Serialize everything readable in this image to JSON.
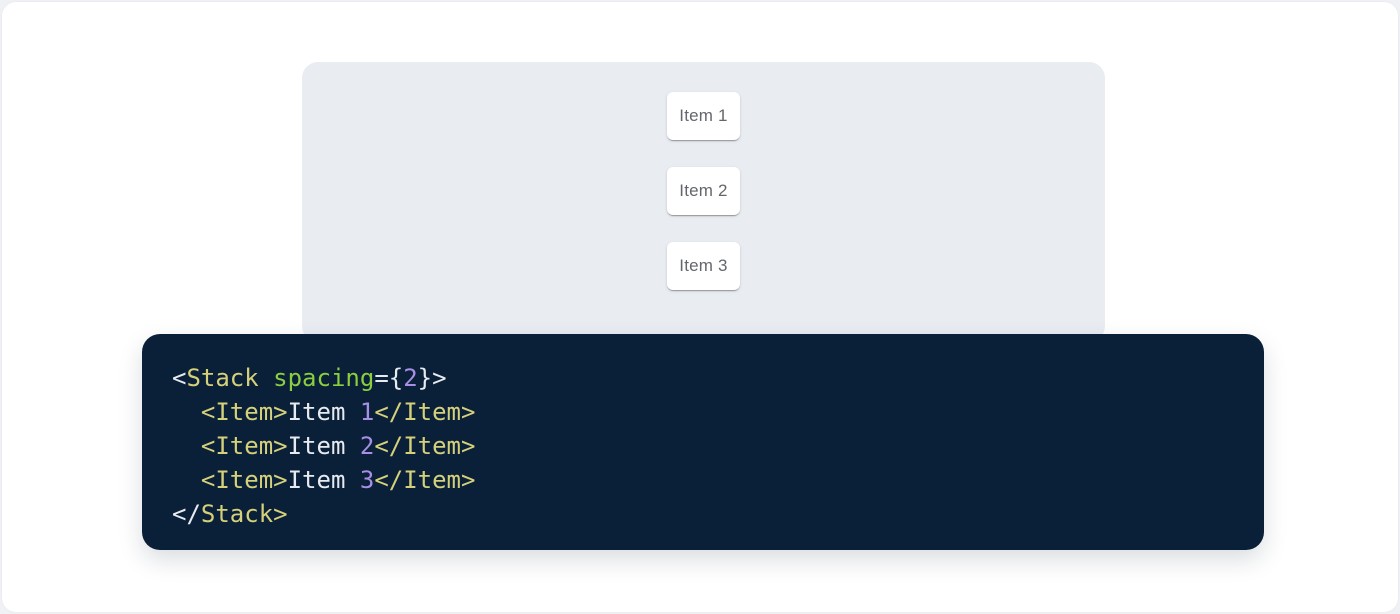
{
  "page": {
    "background": "#eff1f4",
    "card_background": "#ffffff"
  },
  "demo": {
    "panel_background": "#e9edf2",
    "item_text_color": "#63676c",
    "items": [
      {
        "label": "Item 1"
      },
      {
        "label": "Item 2"
      },
      {
        "label": "Item 3"
      }
    ]
  },
  "code": {
    "background": "#0a1f38",
    "colors": {
      "tag": "#d5d07a",
      "attr": "#8bce3f",
      "num": "#a78fe6",
      "text": "#e7ebf0"
    },
    "source_text": "<Stack spacing={2}>\n  <Item>Item 1</Item>\n  <Item>Item 2</Item>\n  <Item>Item 3</Item>\n</Stack>",
    "lines": [
      [
        {
          "c": "text",
          "t": "<"
        },
        {
          "c": "tag",
          "t": "Stack"
        },
        {
          "c": "text",
          "t": " "
        },
        {
          "c": "attr",
          "t": "spacing"
        },
        {
          "c": "text",
          "t": "={"
        },
        {
          "c": "num",
          "t": "2"
        },
        {
          "c": "text",
          "t": "}>"
        }
      ],
      [
        {
          "c": "text",
          "t": "  "
        },
        {
          "c": "tag",
          "t": "<Item>"
        },
        {
          "c": "text",
          "t": "Item "
        },
        {
          "c": "num",
          "t": "1"
        },
        {
          "c": "tag",
          "t": "</Item>"
        }
      ],
      [
        {
          "c": "text",
          "t": "  "
        },
        {
          "c": "tag",
          "t": "<Item>"
        },
        {
          "c": "text",
          "t": "Item "
        },
        {
          "c": "num",
          "t": "2"
        },
        {
          "c": "tag",
          "t": "</Item>"
        }
      ],
      [
        {
          "c": "text",
          "t": "  "
        },
        {
          "c": "tag",
          "t": "<Item>"
        },
        {
          "c": "text",
          "t": "Item "
        },
        {
          "c": "num",
          "t": "3"
        },
        {
          "c": "tag",
          "t": "</Item>"
        }
      ],
      [
        {
          "c": "text",
          "t": "</"
        },
        {
          "c": "tag",
          "t": "Stack>"
        }
      ]
    ]
  }
}
